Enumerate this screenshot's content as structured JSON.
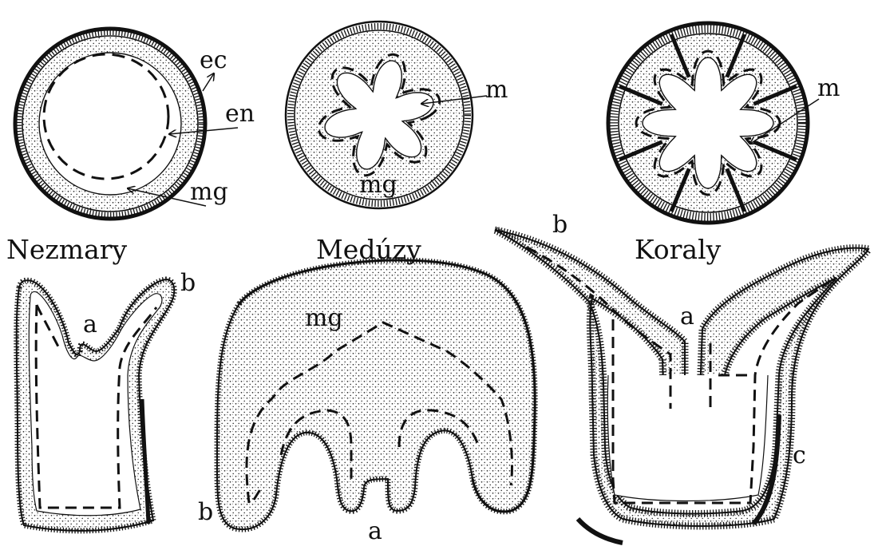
{
  "titles": {
    "hydra": "Nezmary",
    "medusa": "Medúzy",
    "coral": "Koraly"
  },
  "labels": {
    "ec": "ec",
    "en": "en",
    "mg": "mg",
    "m": "m",
    "a": "a",
    "b": "b",
    "c": "c"
  },
  "colors": {
    "ink": "#111111",
    "background": "#ffffff"
  }
}
